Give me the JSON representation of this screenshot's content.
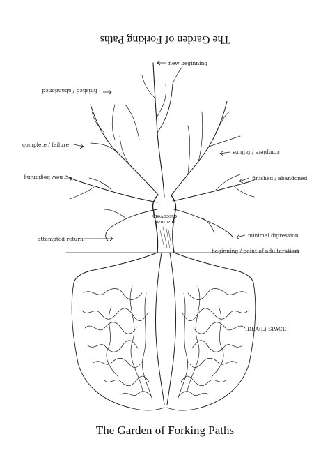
{
  "title_top": "The Garden of Forking Paths",
  "title_bottom": "The Garden of Forking Paths",
  "labels": {
    "new_beginning_top": "new beginning",
    "finished_abandoned_flipped": "finished / abandoned",
    "complete_failure_left": "complete / failure",
    "complete_failure_right_flipped": "complete / failure",
    "new_beginning_left_flipped": "new beginning",
    "finished_abandoned_right": "finished / abandoned",
    "manual_discovery_flipped": "manual discovery",
    "minimal_digression": "minimal digression",
    "attempted_return": "attempted return",
    "beginning_point": "beginning / point of adulteration",
    "ideal_space": "IDEA(L) SPACE"
  }
}
